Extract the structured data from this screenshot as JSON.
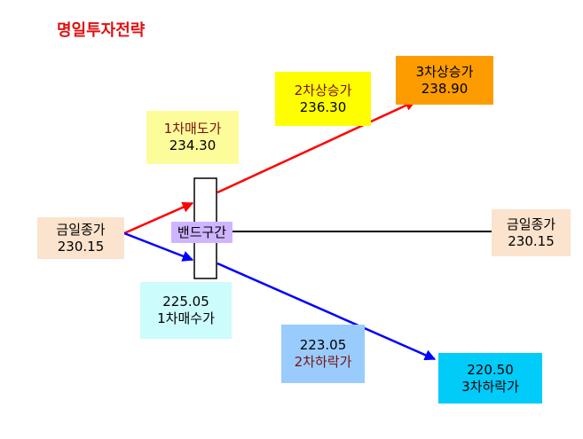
{
  "title": "명일투자전략",
  "band": {
    "label": "밴드구간"
  },
  "boxes": {
    "close_left": {
      "label": "금일종가",
      "value": "230.15",
      "color": "#fbe3cd"
    },
    "close_right": {
      "label": "금일종가",
      "value": "230.15",
      "color": "#fbe3cd"
    },
    "sell1": {
      "label": "1차매도가",
      "value": "234.30",
      "color": "#fdfc9b"
    },
    "up2": {
      "label": "2차상승가",
      "value": "236.30",
      "color": "#fefe00"
    },
    "up3": {
      "label": "3차상승가",
      "value": "238.90",
      "color": "#fc9c00"
    },
    "buy1": {
      "label": "1차매수가",
      "value": "225.05",
      "color": "#ccfcfc"
    },
    "down2": {
      "label": "2차하락가",
      "value": "223.05",
      "color": "#99ccfc"
    },
    "down3": {
      "label": "3차하락가",
      "value": "220.50",
      "color": "#00cbf9"
    }
  },
  "colors": {
    "up_arrow": "#ff0000",
    "down_arrow": "#0000ff",
    "flat_line": "#000000",
    "band_label_bg": "#cfb5ff"
  }
}
